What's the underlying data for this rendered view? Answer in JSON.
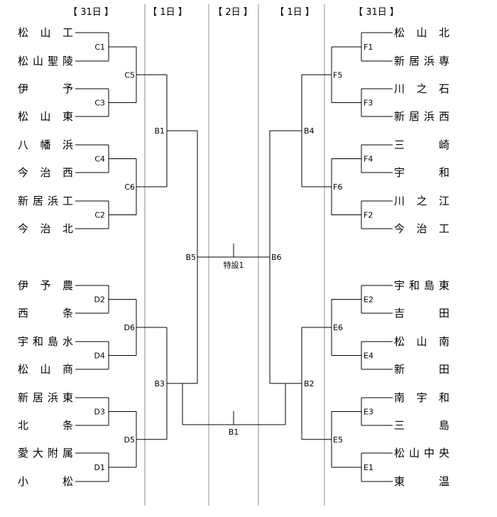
{
  "headers": [
    "【 31日 】",
    "【 1日 】",
    "【 2日 】",
    "【 1日 】",
    "【 31日 】"
  ],
  "left_teams": [
    "松山工",
    "松山聖陵",
    "伊予",
    "松山東",
    "八幡浜",
    "今治西",
    "新居浜工",
    "今治北",
    "伊予農",
    "西条",
    "宇和島水",
    "松山商",
    "新居浜東",
    "北条",
    "愛大附属",
    "小松"
  ],
  "right_teams": [
    "松山北",
    "新居浜専",
    "川之石",
    "新居浜西",
    "三崎",
    "宇和",
    "川之江",
    "今治工",
    "宇和島東",
    "吉田",
    "松山南",
    "新田",
    "南宇和",
    "三島",
    "松山中央",
    "東温"
  ],
  "left_round1": [
    "C1",
    "C3",
    "C4",
    "C2",
    "D2",
    "D4",
    "D3",
    "D1"
  ],
  "left_round2": [
    "C5",
    "C6",
    "D6",
    "D5"
  ],
  "left_round3": [
    "B1",
    "B3"
  ],
  "left_semi": "B5",
  "right_round1": [
    "F1",
    "F3",
    "F4",
    "F2",
    "E2",
    "E4",
    "E3",
    "E1"
  ],
  "right_round2": [
    "F5",
    "F6",
    "E6",
    "E5"
  ],
  "right_round3": [
    "B4",
    "B2"
  ],
  "right_semi": "B6",
  "final_label": "特設1",
  "bottom_label": "B1"
}
